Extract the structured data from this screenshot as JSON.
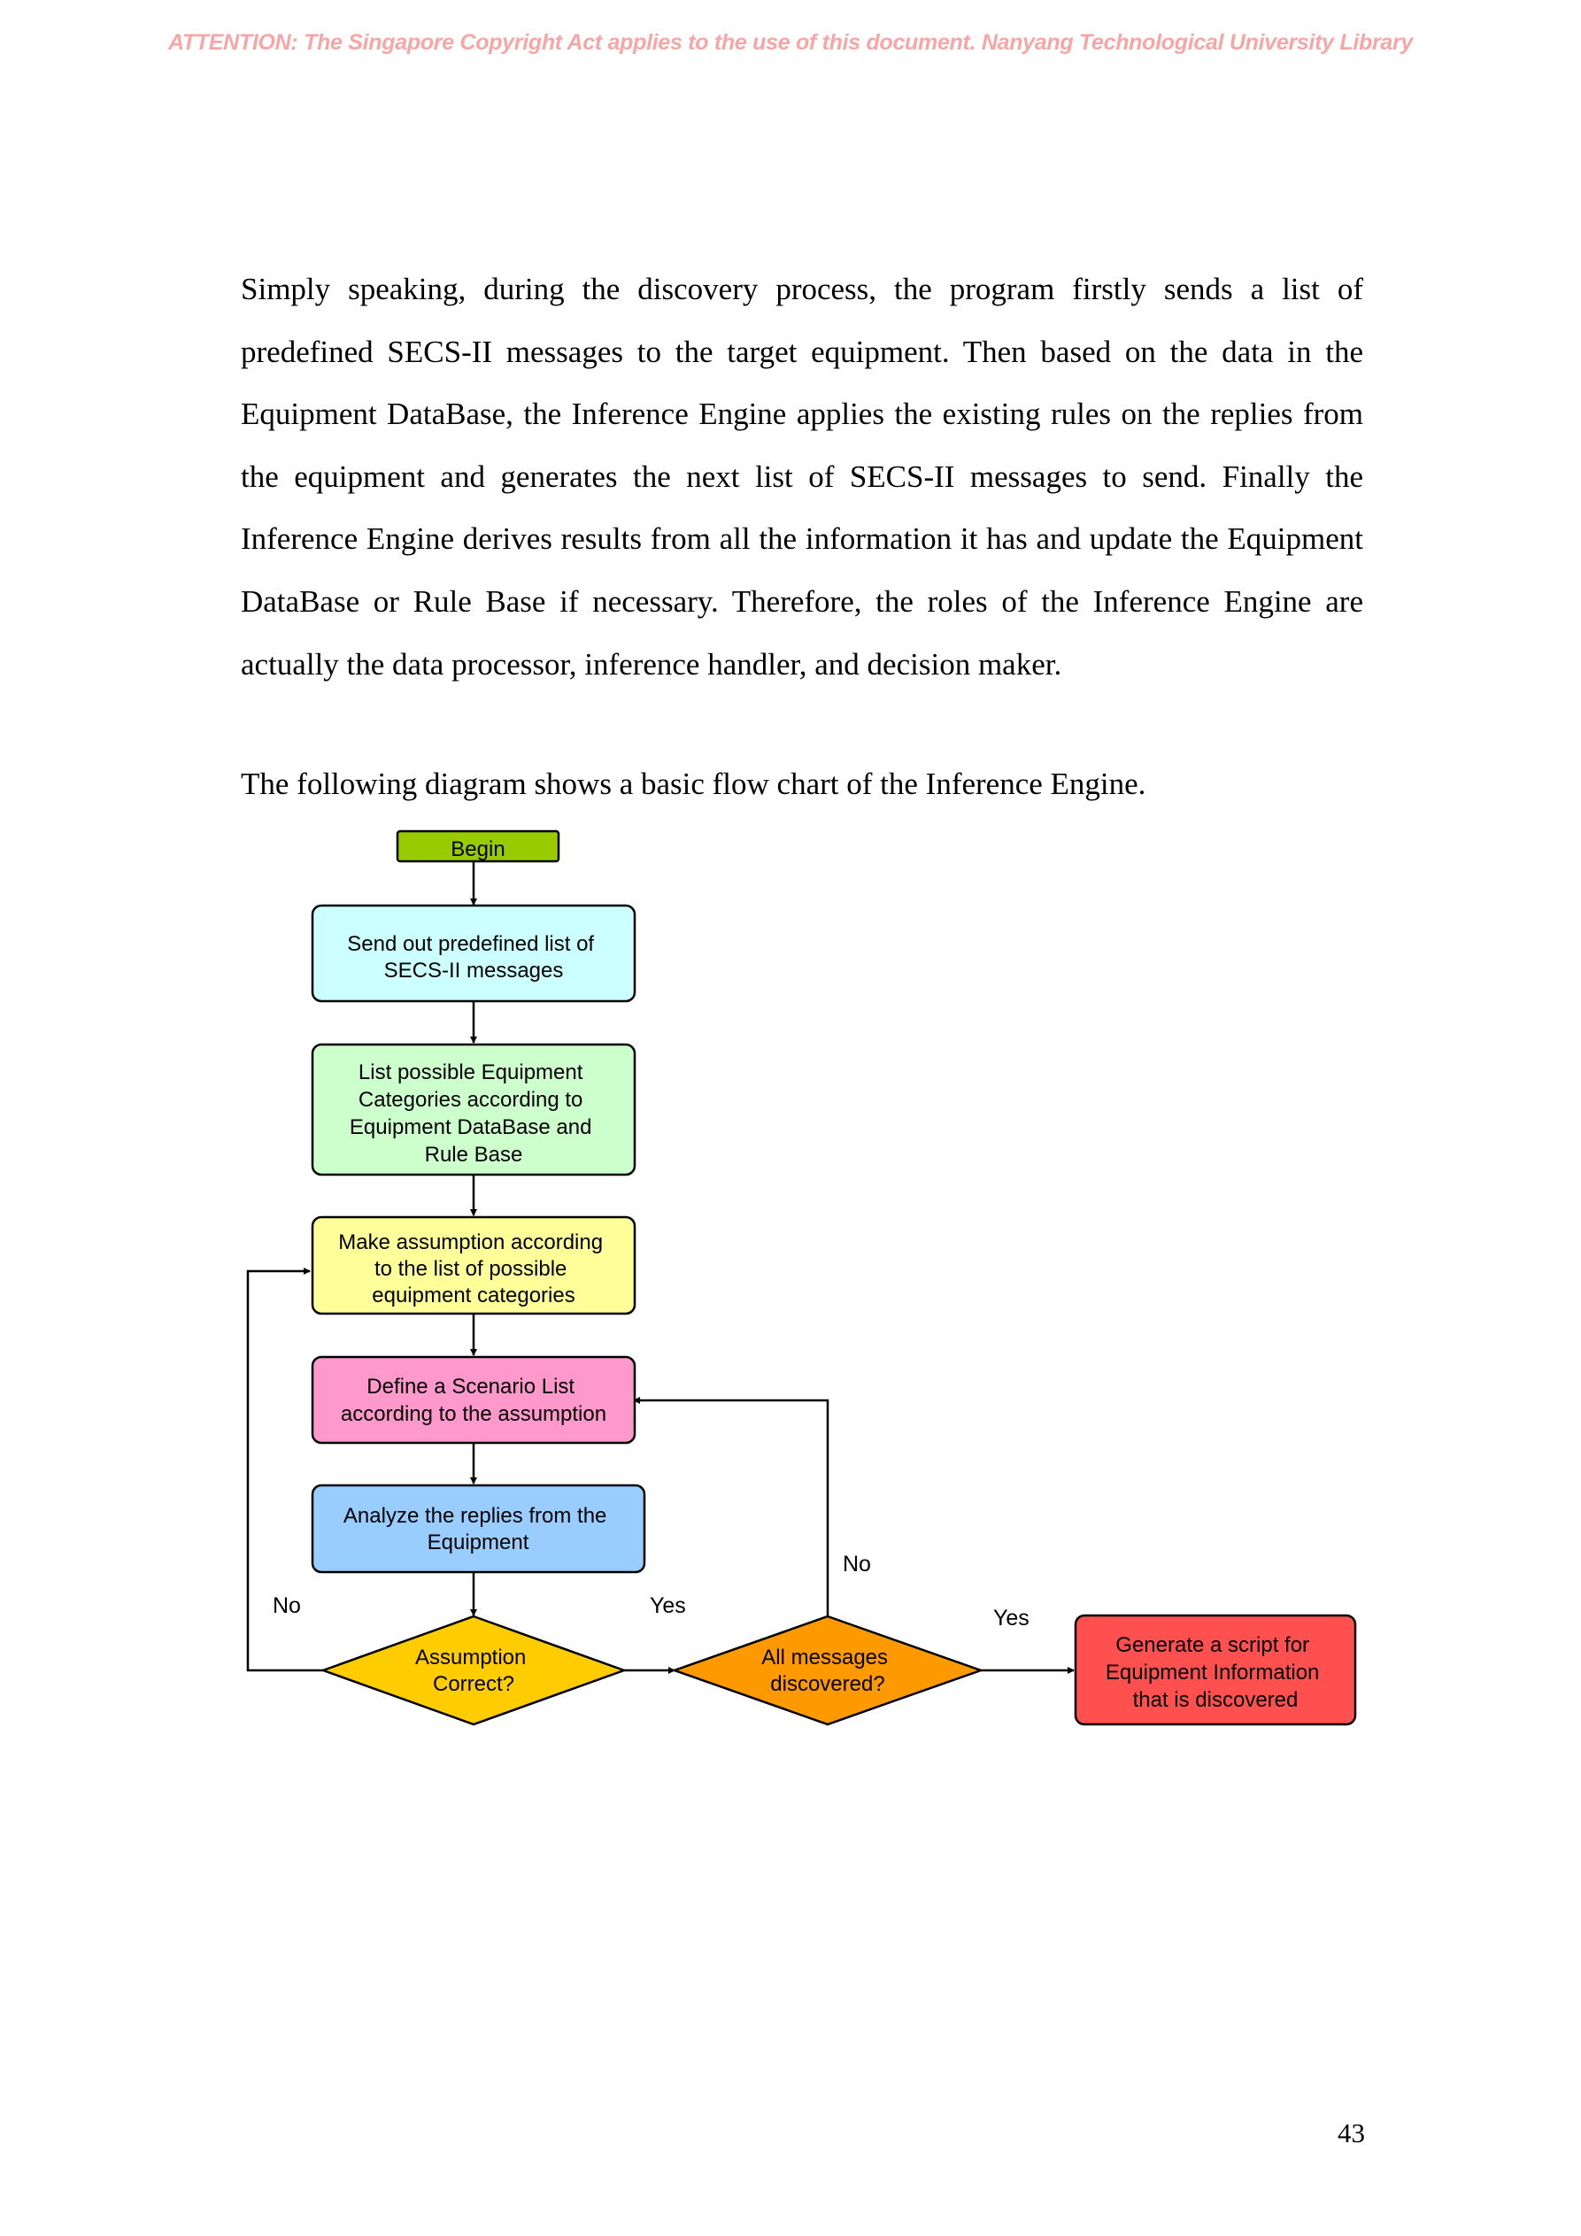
{
  "header": {
    "attention": "ATTENTION: The Singapore Copyright Act applies to the use of this document. Nanyang Technological University Library"
  },
  "body": {
    "paragraph": "Simply speaking, during the discovery process, the program firstly sends a list of predefined SECS-II messages to the target equipment. Then based on the data in the Equipment DataBase, the Inference Engine applies the existing rules on the replies from the equipment and generates the next list of SECS-II messages to send. Finally the Inference Engine derives results from all the information it has and update the Equipment DataBase or Rule Base if necessary. Therefore, the roles of the Inference Engine are actually the data processor, inference handler, and decision maker.",
    "caption": "The following diagram shows a basic flow chart of the Inference Engine."
  },
  "flowchart": {
    "begin": {
      "lines": [
        "Begin"
      ],
      "color": "#99cc00"
    },
    "send_messages": {
      "lines": [
        "Send out predefined list of",
        "SECS-II messages"
      ],
      "color": "#ccffff"
    },
    "list_categories": {
      "lines": [
        "List possible Equipment",
        "Categories according to",
        "Equipment DataBase and",
        "Rule Base"
      ],
      "color": "#ccffcc"
    },
    "make_assumption": {
      "lines": [
        "Make assumption according",
        "to the list of possible",
        "equipment categories"
      ],
      "color": "#ffff99"
    },
    "define_scenario": {
      "lines": [
        "Define a Scenario List",
        "according to the assumption"
      ],
      "color": "#ff99cc"
    },
    "analyze_replies": {
      "lines": [
        "Analyze the replies from the",
        "Equipment"
      ],
      "color": "#99ccff"
    },
    "assumption_correct": {
      "lines": [
        "Assumption",
        "Correct?"
      ],
      "color": "#ffcc00"
    },
    "all_discovered": {
      "lines": [
        "All messages",
        "discovered?"
      ],
      "color": "#ff9900"
    },
    "generate_script": {
      "lines": [
        "Generate a script for",
        "Equipment Information",
        "that is discovered"
      ],
      "color": "#ff5050"
    },
    "edge_labels": {
      "assumption_no": "No",
      "assumption_yes": "Yes",
      "discovered_no": "No",
      "discovered_yes": "Yes"
    }
  },
  "footer": {
    "page_number": "43"
  }
}
